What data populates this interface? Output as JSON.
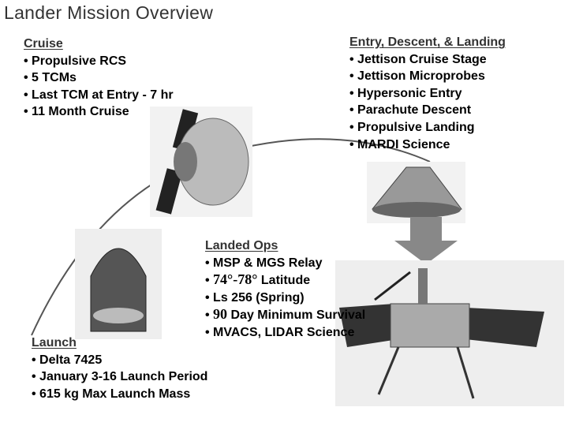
{
  "title": "Lander Mission Overview",
  "cruise": {
    "header": "Cruise",
    "items": [
      "Propulsive RCS",
      "5 TCMs",
      "Last TCM at Entry - 7 hr",
      "11 Month Cruise"
    ]
  },
  "edl": {
    "header": "Entry, Descent, & Landing",
    "items": [
      "Jettison Cruise Stage",
      "Jettison Microprobes",
      "Hypersonic Entry",
      "Parachute Descent",
      "Propulsive Landing",
      "MARDI Science"
    ]
  },
  "landed": {
    "header": "Landed Ops",
    "items": [
      "MSP & MGS Relay",
      "74°-78°",
      "Latitude",
      "Ls 256 (Spring)",
      "90",
      "Day Minimum Survival",
      "MVACS, LIDAR Science"
    ]
  },
  "launch": {
    "header": "Launch",
    "items": [
      "Delta 7425",
      "January 3-16 Launch Period",
      "615 kg Max Launch Mass"
    ]
  }
}
